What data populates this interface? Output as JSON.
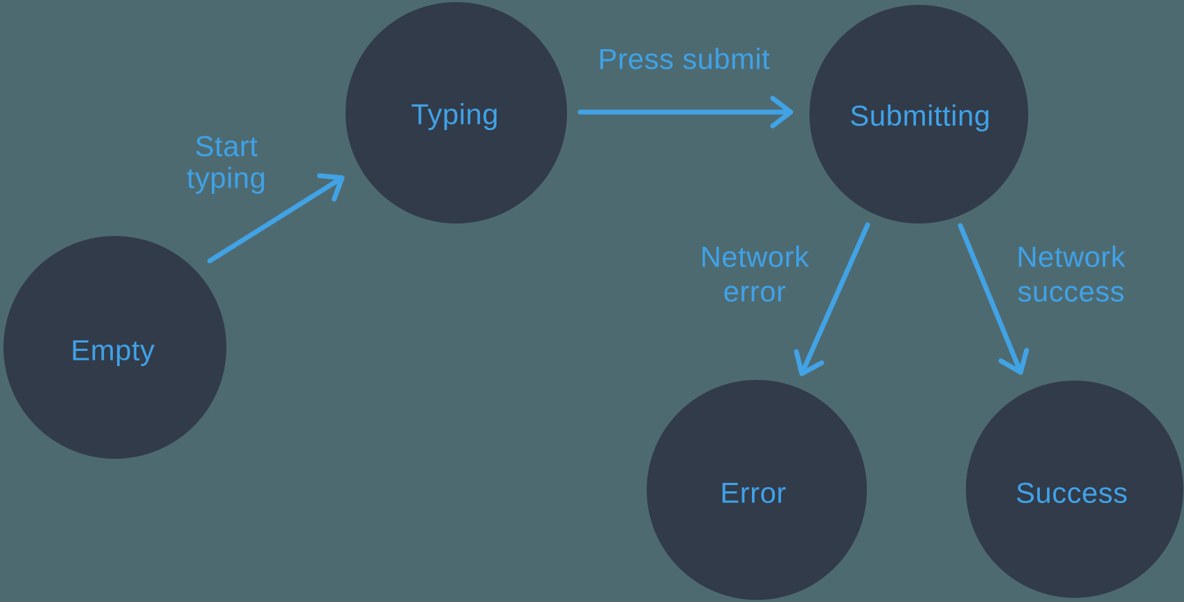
{
  "diagram_type": "state-machine",
  "colors": {
    "background": "#4E6A71",
    "state_fill": "#323B49",
    "accent_blue": "#41A3E5",
    "label_blue": "#3FA2E8"
  },
  "states": [
    {
      "id": "empty",
      "label": "Empty"
    },
    {
      "id": "typing",
      "label": "Typing"
    },
    {
      "id": "submitting",
      "label": "Submitting"
    },
    {
      "id": "error",
      "label": "Error"
    },
    {
      "id": "success",
      "label": "Success"
    }
  ],
  "transitions": [
    {
      "id": "start-typing",
      "label": "Start typing",
      "lines": [
        "Start",
        "typing"
      ],
      "from": "empty",
      "to": "typing"
    },
    {
      "id": "press-submit",
      "label": "Press submit",
      "lines": [
        "Press submit"
      ],
      "from": "typing",
      "to": "submitting"
    },
    {
      "id": "network-error",
      "label": "Network error",
      "lines": [
        "Network",
        "error"
      ],
      "from": "submitting",
      "to": "error"
    },
    {
      "id": "network-success",
      "label": "Network success",
      "lines": [
        "Network",
        "success"
      ],
      "from": "submitting",
      "to": "success"
    }
  ]
}
